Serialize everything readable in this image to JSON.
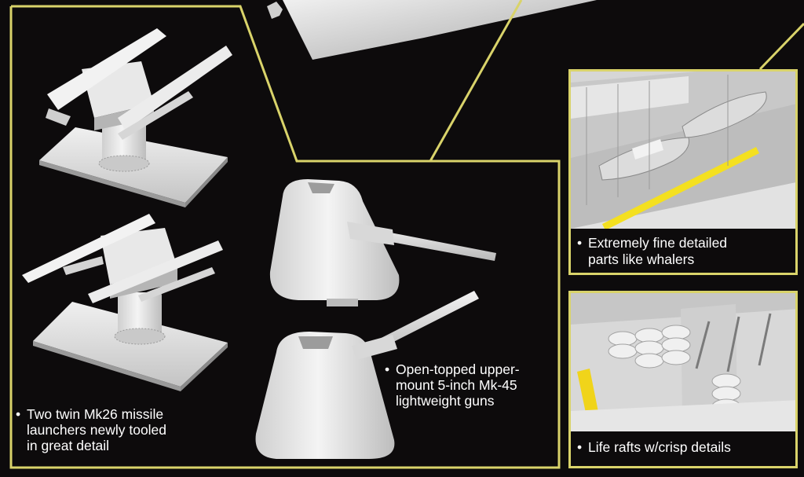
{
  "captions": {
    "missile": {
      "lines": [
        "Two twin Mk26 missile",
        "launchers newly tooled",
        "in great detail"
      ]
    },
    "guns": {
      "lines": [
        "Open-topped upper-",
        "mount 5-inch Mk-45",
        "lightweight guns"
      ]
    },
    "whalers": {
      "lines": [
        "Extremely fine detailed",
        "parts like whalers"
      ]
    },
    "rafts": {
      "lines": [
        "Life rafts w/crisp details"
      ]
    }
  },
  "colors": {
    "background": "#0d0b0c",
    "frame_line": "#d9d36a",
    "part_gray": "#e6e6e6",
    "caption_text": "#ffffff"
  }
}
